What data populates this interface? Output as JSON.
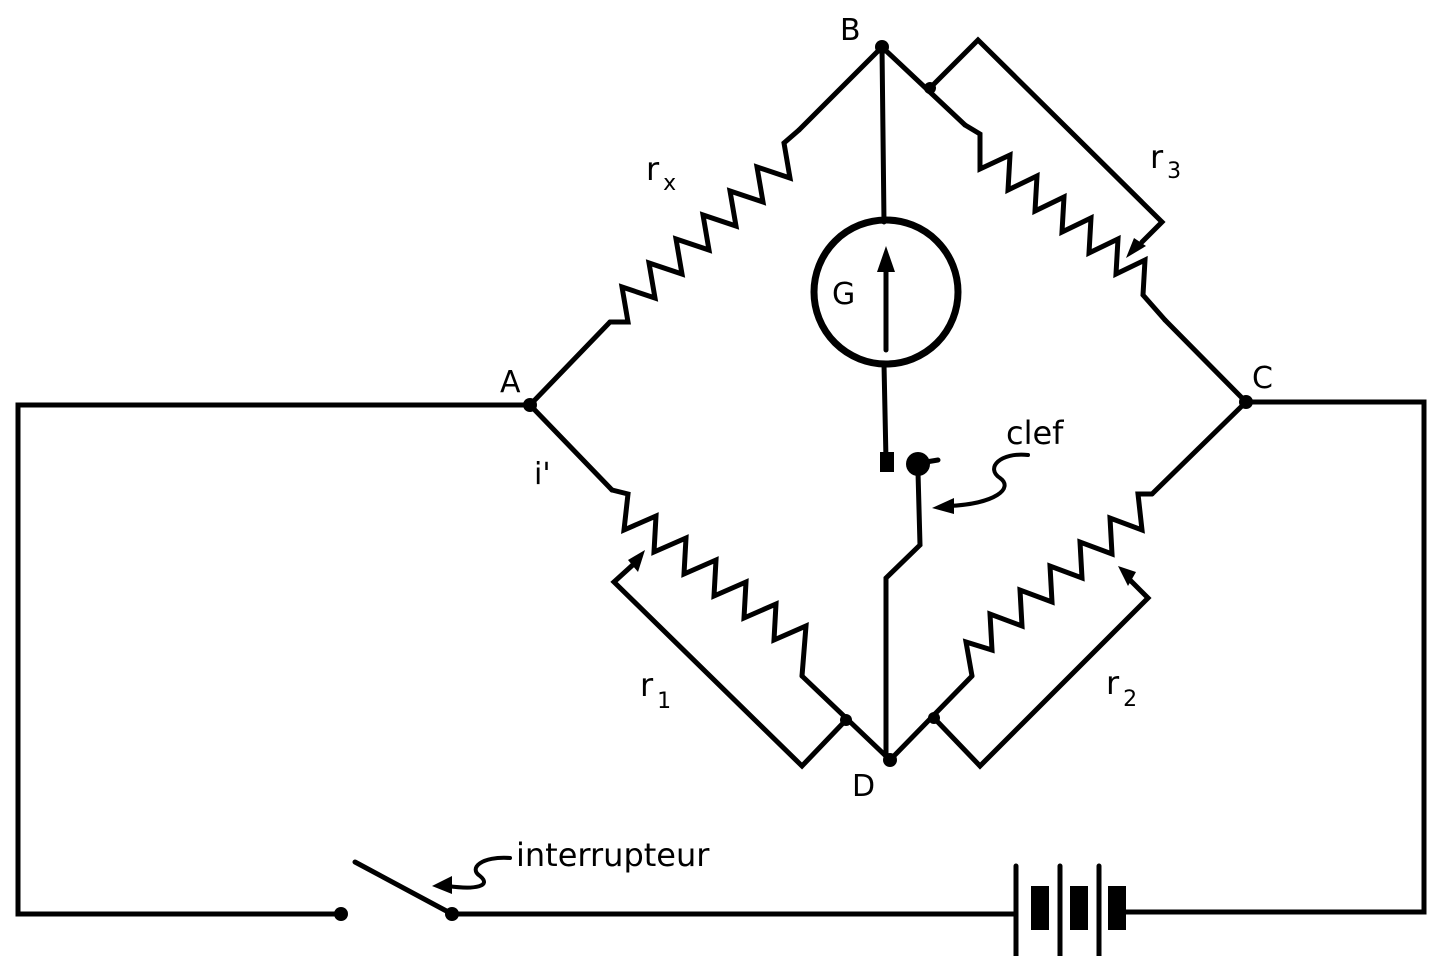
{
  "nodes": {
    "a": "A",
    "b": "B",
    "c": "C",
    "d": "D"
  },
  "resistors": {
    "rx": {
      "base": "r",
      "sub": "x"
    },
    "r1": {
      "base": "r",
      "sub": "1"
    },
    "r2": {
      "base": "r",
      "sub": "2"
    },
    "r3": {
      "base": "r",
      "sub": "3"
    }
  },
  "galvanometer": "G",
  "current": "i'",
  "key": "clef",
  "switch": "interrupteur",
  "colors": {
    "ink": "#000000",
    "paper": "#ffffff"
  }
}
